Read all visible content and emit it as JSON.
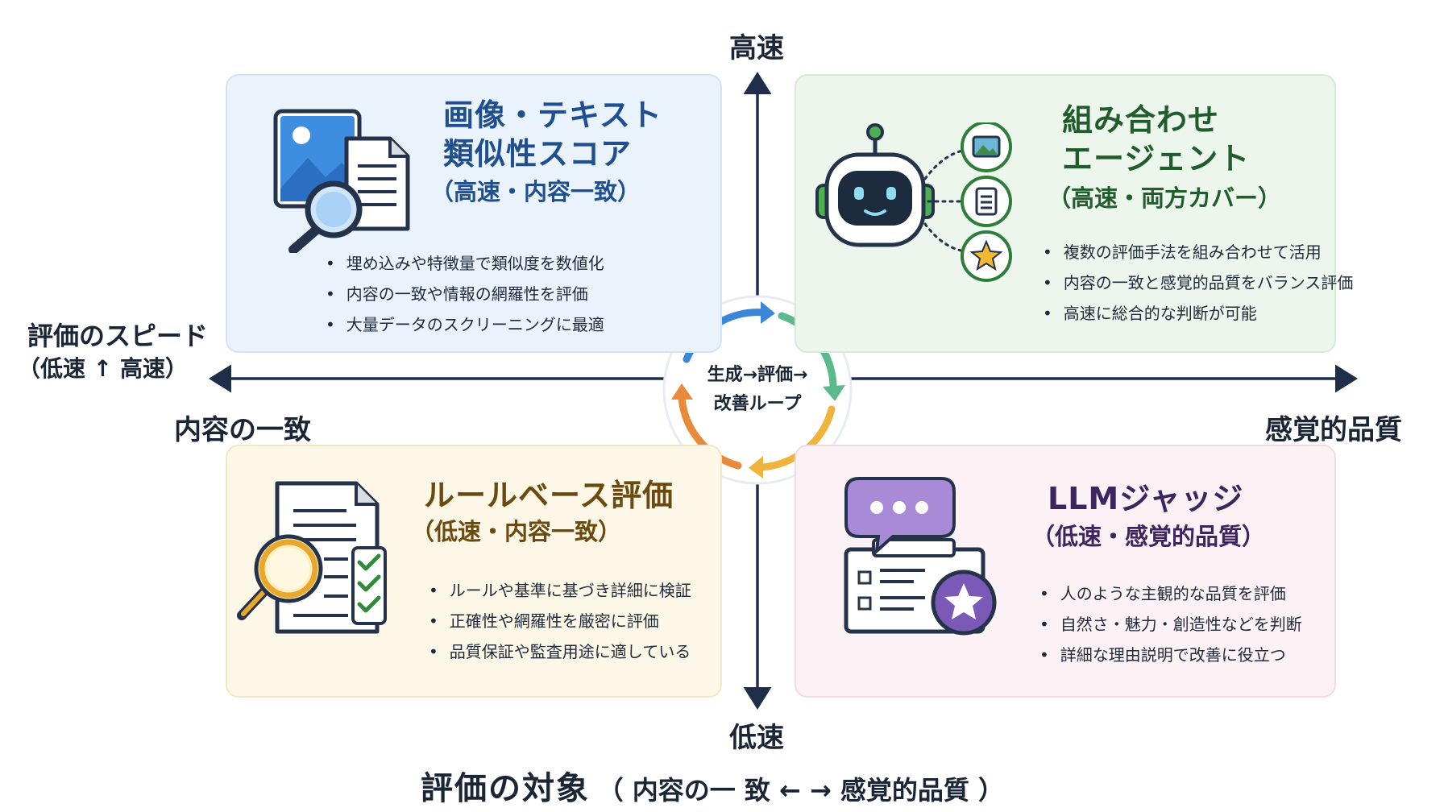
{
  "axes": {
    "top": "高速",
    "bottom": "低速",
    "left_title": "評価のスピード",
    "left_sub": "（低速 ↑ 高速）",
    "left_axis": "内容の一致",
    "right_axis": "感覚的品質",
    "bottom_caption_main": "評価の対象",
    "bottom_caption_detail": "（ 内容の一 致 ← → 感覚的品質 ）"
  },
  "center": {
    "line1": "生成→評価→",
    "line2": "改善ループ"
  },
  "quadrants": {
    "top_left": {
      "title_line1": "画像・テキスト",
      "title_line2": "類似性スコア",
      "subtitle": "（高速・内容一致）",
      "icon": "image-text-search-icon",
      "color": "#1f4f8f",
      "bullets": [
        "埋め込みや特徴量で類似度を数値化",
        "内容の一致や情報の網羅性を評価",
        "大量データのスクリーニングに最適"
      ]
    },
    "top_right": {
      "title_line1": "組み合わせ",
      "title_line2": "エージェント",
      "subtitle": "（高速・両方カバー）",
      "icon": "robot-agent-icon",
      "color": "#215c2c",
      "bullets": [
        "複数の評価手法を組み合わせて活用",
        "内容の一致と感覚的品質をバランス評価",
        "高速に総合的な判断が可能"
      ]
    },
    "bottom_left": {
      "title_line1": "ルールベース評価",
      "subtitle": "（低速・内容一致）",
      "icon": "checklist-magnifier-icon",
      "color": "#6b4a10",
      "bullets": [
        "ルールや基準に基づき詳細に検証",
        "正確性や網羅性を厳密に評価",
        "品質保証や監査用途に適している"
      ]
    },
    "bottom_right": {
      "title_line1": "LLMジャッジ",
      "subtitle": "（低速・感覚的品質）",
      "icon": "chat-rating-icon",
      "color": "#3d2560",
      "bullets": [
        "人のような主観的な品質を評価",
        "自然さ・魅力・創造性などを判断",
        "詳細な理由説明で改善に役立つ"
      ]
    }
  },
  "colors": {
    "axis": "#1f2f4a",
    "loop_blue": "#3b86d6",
    "loop_green": "#5cb88d",
    "loop_yellow": "#f0b43c",
    "loop_orange": "#e88a3a"
  }
}
